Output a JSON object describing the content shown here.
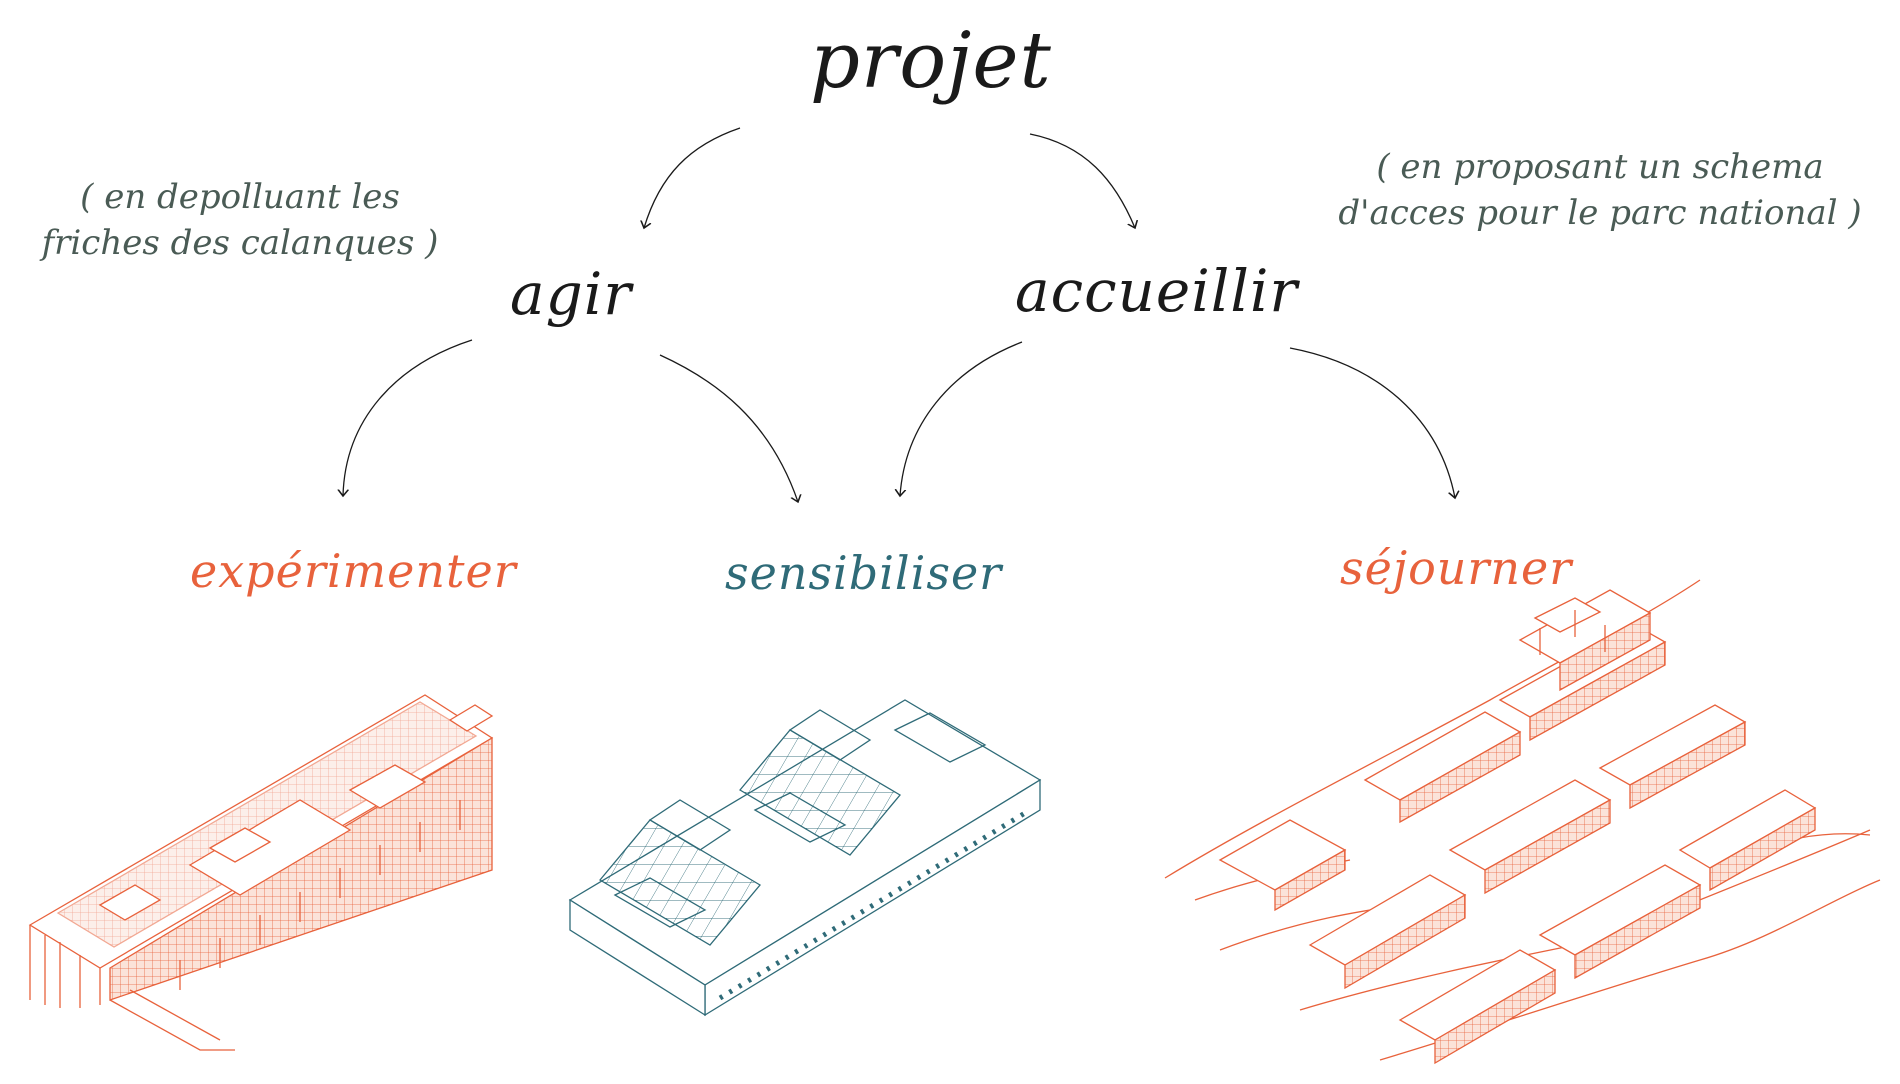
{
  "root": {
    "label": "projet"
  },
  "branches": [
    {
      "label": "agir",
      "note_lines": [
        "( en depolluant les",
        "friches des calanques )"
      ]
    },
    {
      "label": "accueillir",
      "note_lines": [
        "( en proposant un schema",
        "d'acces pour le parc national )"
      ]
    }
  ],
  "actions": [
    {
      "label": "expérimenter"
    },
    {
      "label": "sensibiliser"
    },
    {
      "label": "séjourner"
    }
  ],
  "colors": {
    "ink": "#1a1a1a",
    "note": "#4a5b55",
    "orange": "#e8623c",
    "teal": "#2f6b78",
    "hatch": "#f3b9a4"
  }
}
